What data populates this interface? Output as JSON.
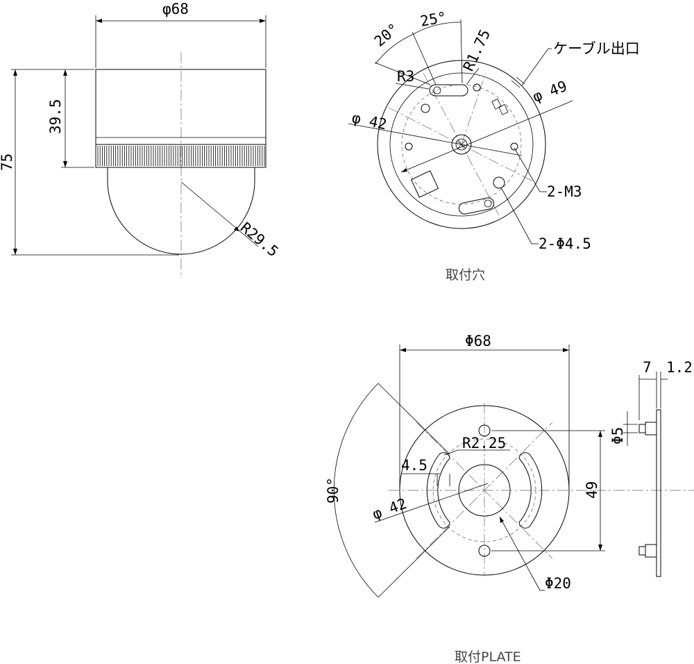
{
  "side_view": {
    "diameter": "φ68",
    "height_body": "39.5",
    "height_total": "75",
    "dome_radius": "R29.5"
  },
  "mounting_view": {
    "angle_20": "20°",
    "angle_25": "25°",
    "slot_radius": "R1.75",
    "radius_r3": "R3",
    "cable_exit": "ケーブル出口",
    "dia_49": "φ 49",
    "dia_42": "φ 42",
    "screw": "2-M3",
    "holes": "2-Φ4.5",
    "caption": "取付穴"
  },
  "plate_view": {
    "diameter": "Φ68",
    "radius": "R2.25",
    "slot_width": "4.5",
    "angle_90": "90°",
    "dia_42": "φ 42",
    "pitch_49": "49",
    "center_hole": "Φ20",
    "pin_dia": "Φ5",
    "dim_7": "7",
    "dim_12": "1.2",
    "caption": "取付PLATE"
  }
}
